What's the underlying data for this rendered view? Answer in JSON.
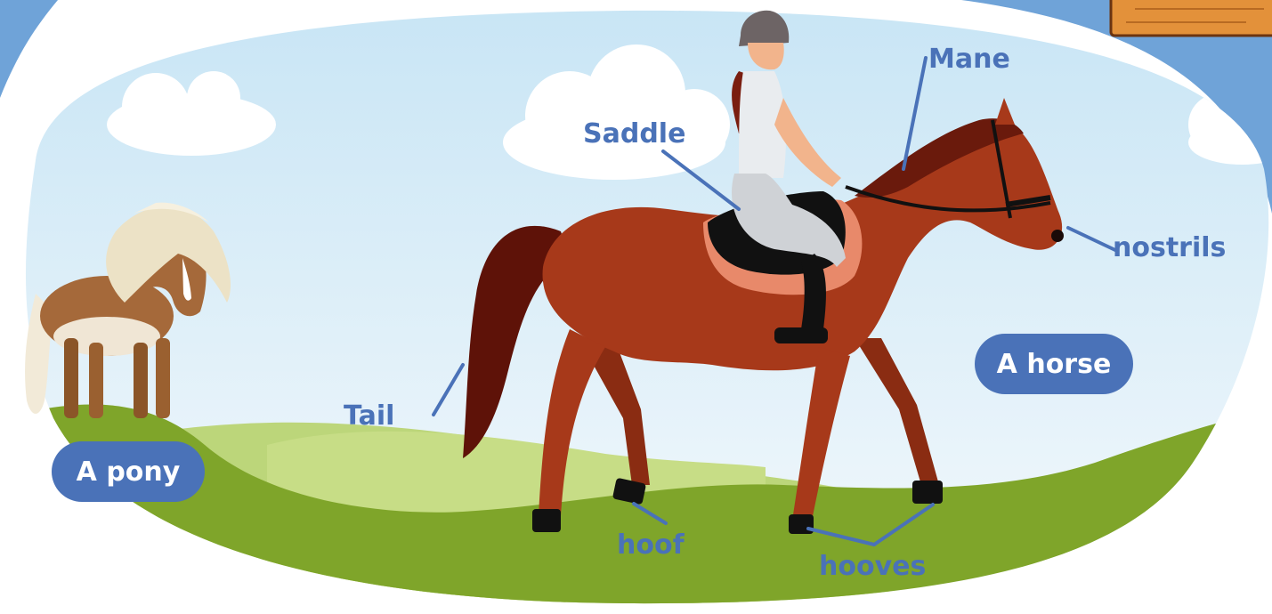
{
  "labels": {
    "mane": "Mane",
    "saddle": "Saddle",
    "nostrils": "nostrils",
    "tail": "Tail",
    "hoof": "hoof",
    "hooves": "hooves"
  },
  "badges": {
    "pony": "A pony",
    "horse": "A horse"
  },
  "colors": {
    "accent": "#4a72b8",
    "badge": "#4a72b8",
    "border_blue": "#6fa3d8",
    "sky_top": "#cfe8f6",
    "sky_bottom": "#f1f8fc",
    "grass_dark": "#7fa52a",
    "grass_light": "#bcd67a",
    "horse_body": "#a7391a",
    "horse_dark": "#5e1208",
    "saddle_pad": "#e8896a",
    "wood_sign": "#e3913a"
  },
  "icons": {
    "sign": "wooden-sign-icon",
    "cloud": "cloud-icon"
  }
}
